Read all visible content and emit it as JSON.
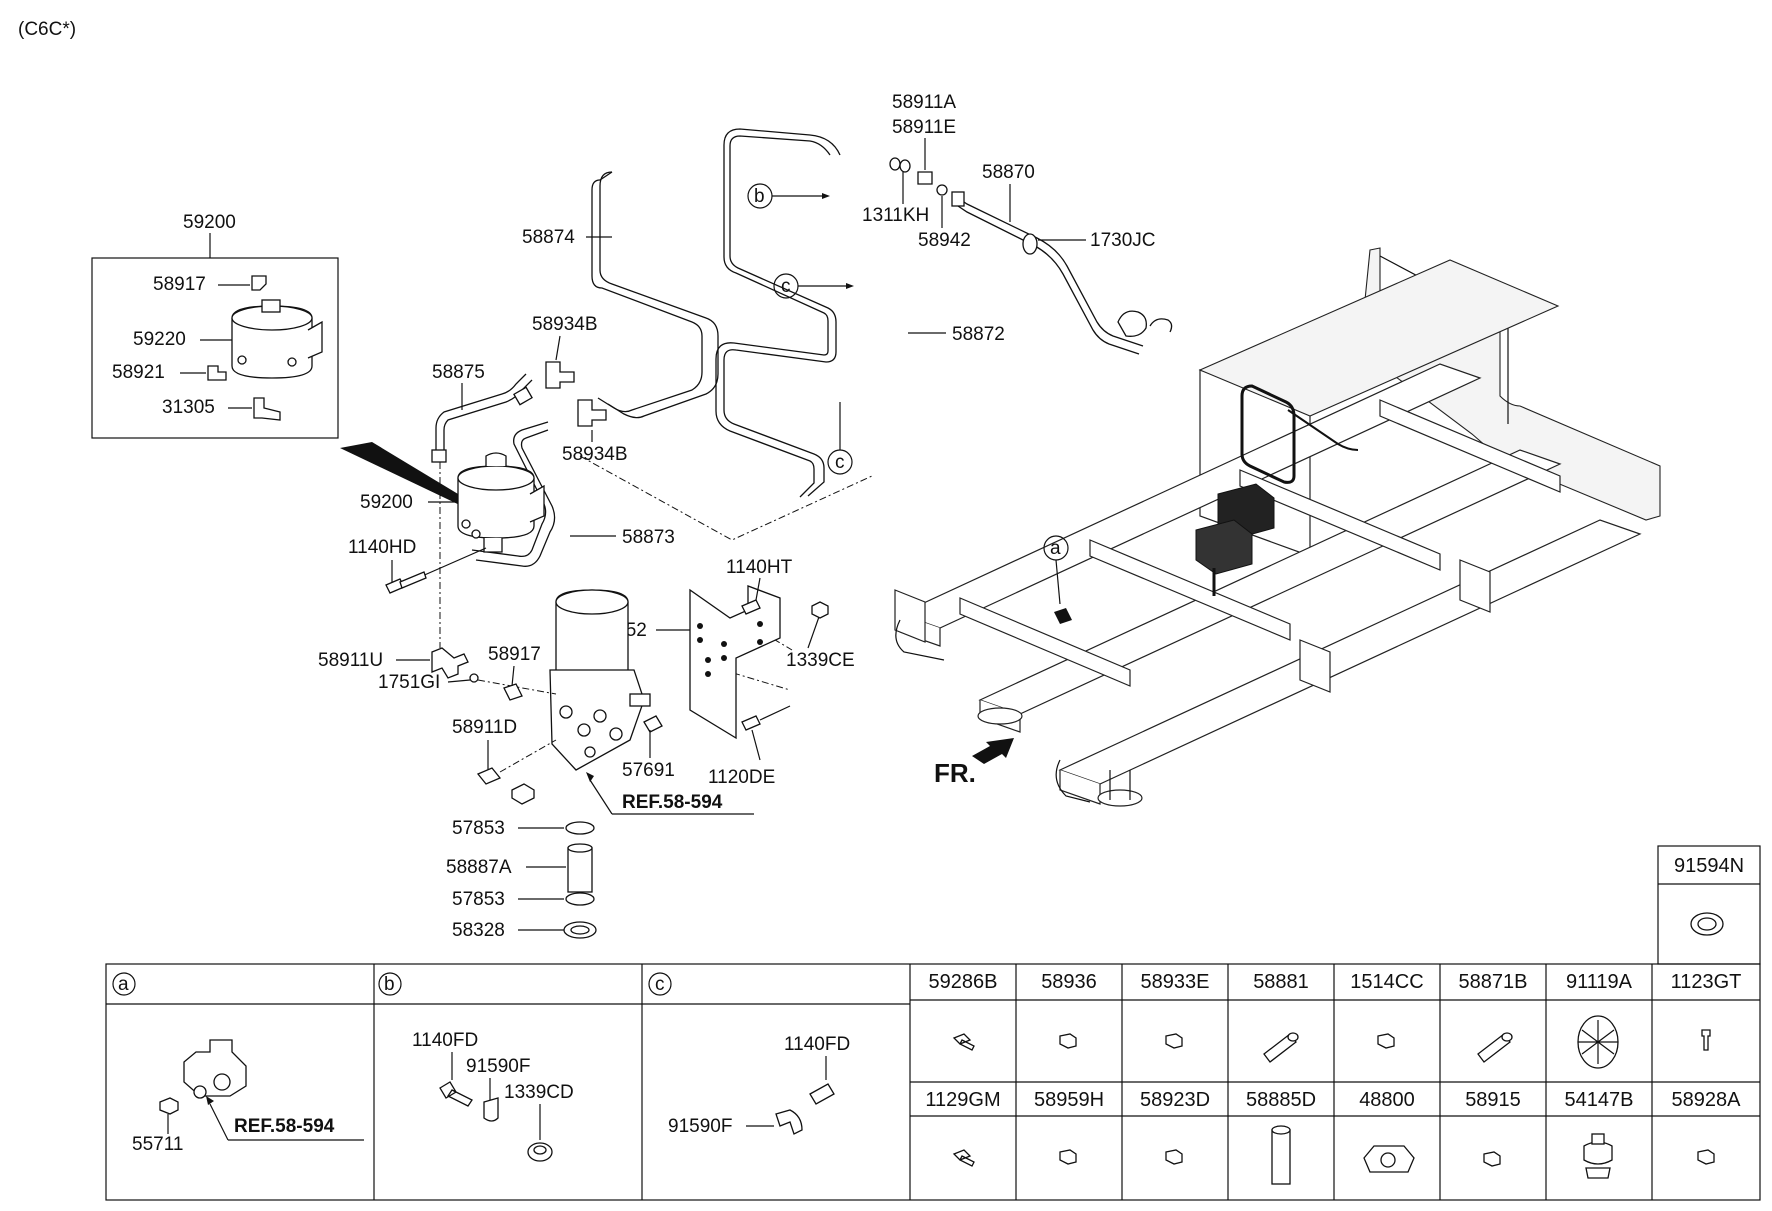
{
  "title": "(C6C*)",
  "fr_label": "FR.",
  "callouts": {
    "a": "a",
    "b": "b",
    "c": "c"
  },
  "kit_box": {
    "label": "59200",
    "items": [
      "58917",
      "59220",
      "58921",
      "31305"
    ]
  },
  "labels": {
    "p59200": "59200",
    "p58875": "58875",
    "p58934b_1": "58934B",
    "p58934b_2": "58934B",
    "p58874": "58874",
    "p58873": "58873",
    "p58872": "58872",
    "p58911a": "58911A",
    "p58911e": "58911E",
    "p1311kh": "1311KH",
    "p58942": "58942",
    "p58870": "58870",
    "p1730jc": "1730JC",
    "p1140hd": "1140HD",
    "p1140ht": "1140HT",
    "p59952": "59952",
    "p1339ce": "1339CE",
    "p58911u": "58911U",
    "p1751gi": "1751GI",
    "p58917": "58917",
    "p58911d": "58911D",
    "p57691": "57691",
    "p1120de": "1120DE",
    "ref": "REF.58-594",
    "p57853_1": "57853",
    "p58887a": "58887A",
    "p57853_2": "57853",
    "p58328": "58328"
  },
  "table": {
    "section_a": {
      "header": "a",
      "parts": [
        "55711"
      ],
      "ref": "REF.58-594"
    },
    "section_b": {
      "header": "b",
      "parts": [
        "1140FD",
        "91590F",
        "1339CD"
      ]
    },
    "section_c": {
      "header": "c",
      "parts": [
        "1140FD",
        "91590F"
      ]
    },
    "top_cell": "91594N",
    "row1": [
      "59286B",
      "58936",
      "58933E",
      "58881",
      "1514CC",
      "58871B",
      "91119A",
      "1123GT"
    ],
    "row2": [
      "1129GM",
      "58959H",
      "58923D",
      "58885D",
      "48800",
      "58915",
      "54147B",
      "58928A"
    ]
  }
}
